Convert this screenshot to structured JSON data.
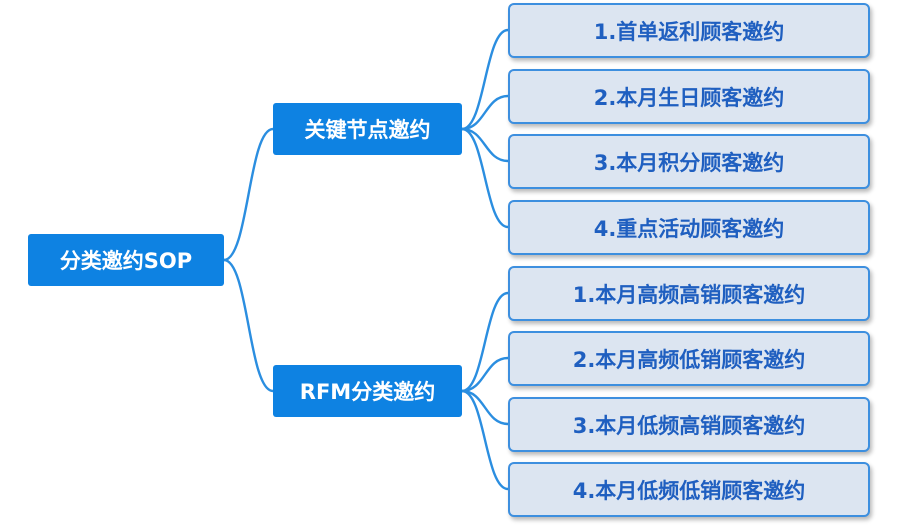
{
  "colors": {
    "node_fill": "#0e82e2",
    "leaf_fill": "#dce5f1",
    "leaf_border": "#3d8fdf",
    "leaf_text": "#1f5fc0",
    "connector": "#2b8ee0"
  },
  "root": {
    "label": "分类邀约SOP"
  },
  "branches": [
    {
      "label": "关键节点邀约",
      "children": [
        "1.首单返利顾客邀约",
        "2.本月生日顾客邀约",
        "3.本月积分顾客邀约",
        "4.重点活动顾客邀约"
      ]
    },
    {
      "label": "RFM分类邀约",
      "children": [
        "1.本月高频高销顾客邀约",
        "2.本月高频低销顾客邀约",
        "3.本月低频高销顾客邀约",
        "4.本月低频低销顾客邀约"
      ]
    }
  ]
}
